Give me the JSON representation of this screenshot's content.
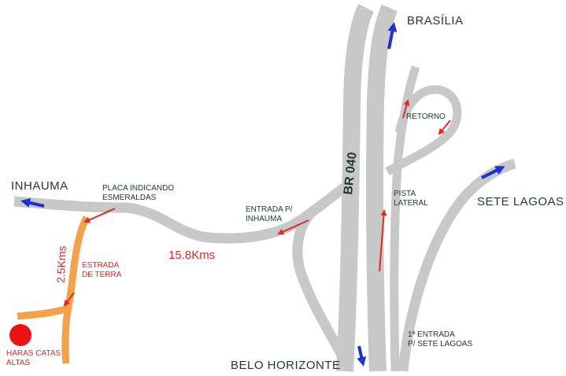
{
  "places": {
    "brasilia": "BRASÍLIA",
    "inhauma": "INHAUMA",
    "sete_lagoas": "SETE LAGOAS",
    "belo_horizonte": "BELO HORIZONTE"
  },
  "road": {
    "br040": "BR 040"
  },
  "notes": {
    "placa_line1": "PLACA INDICANDO",
    "placa_line2": "ESMERALDAS",
    "entrada_line1": "ENTRADA P/",
    "entrada_line2": "INHAUMA",
    "retorno": "RETORNO",
    "pista_line1": "PISTA",
    "pista_line2": "LATERAL",
    "primeira_line1": "1ª ENTRADA",
    "primeira_line2": "P/ SETE LAGOAS"
  },
  "distances": {
    "main": "15.8Kms",
    "dirt": "2.5Kms"
  },
  "dirt_road": {
    "line1": "ESTRADA",
    "line2": "DE TERRA"
  },
  "destination": {
    "line1": "HARAS CATAS",
    "line2": "ALTAS"
  },
  "colors": {
    "road": "#c8c8c8",
    "dirt_road": "#f5a04a",
    "route_arrow": "#e8271f",
    "direction_arrow": "#1a33d6",
    "destination_marker": "#ee1111"
  }
}
